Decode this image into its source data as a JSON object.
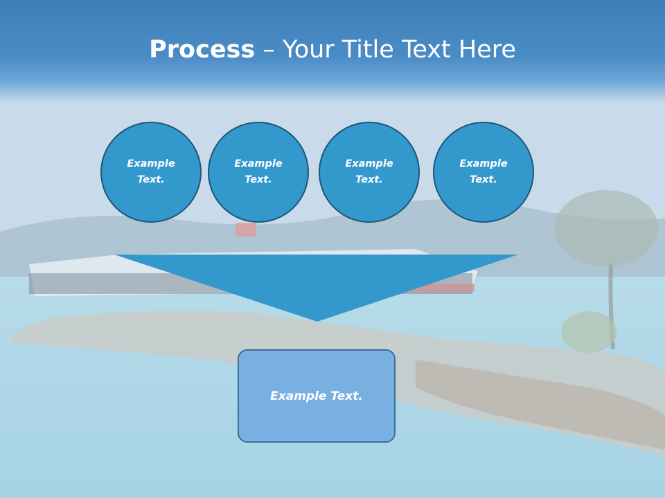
{
  "slide": {
    "title_bold": "Process",
    "title_rest": " – Your Title Text Here",
    "circles": [
      "Example Text.",
      "Example Text.",
      "Example Text.",
      "Example Text."
    ],
    "box_text": "Example Text."
  },
  "colors": {
    "title_bar": "#4a8cc6",
    "circle_fill": "#3399cc",
    "circle_border": "#1d5578",
    "arrow_fill": "#3399cc",
    "box_fill": "#79b0e2",
    "box_border": "#3d6e9c"
  }
}
